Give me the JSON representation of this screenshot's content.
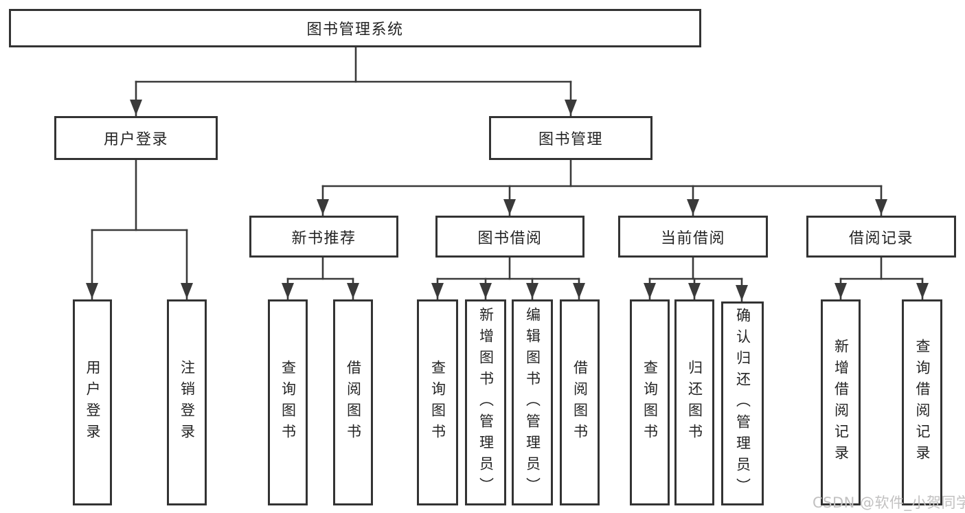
{
  "diagram": {
    "root": "图书管理系统",
    "level2": [
      {
        "label": "用户登录",
        "children": [
          "用户登录",
          "注销登录"
        ]
      },
      {
        "label": "图书管理",
        "children": [
          {
            "label": "新书推荐",
            "children": [
              "查询图书",
              "借阅图书"
            ]
          },
          {
            "label": "图书借阅",
            "children": [
              "查询图书",
              "新增图书（管理员）",
              "编辑图书（管理员）",
              "借阅图书"
            ]
          },
          {
            "label": "当前借阅",
            "children": [
              "查询图书",
              "归还图书",
              "确认归还（管理员）"
            ]
          },
          {
            "label": "借阅记录",
            "children": [
              "新增借阅记录",
              "查询借阅记录"
            ]
          }
        ]
      }
    ]
  },
  "watermark": "CSDN @软件_小贺同学",
  "colors": {
    "line": "#3a3a3a",
    "box_border": "#333333",
    "box_background": "#ffffff",
    "text": "#242424",
    "watermark": "#c2c1c1",
    "page_background": "#ffffff"
  }
}
